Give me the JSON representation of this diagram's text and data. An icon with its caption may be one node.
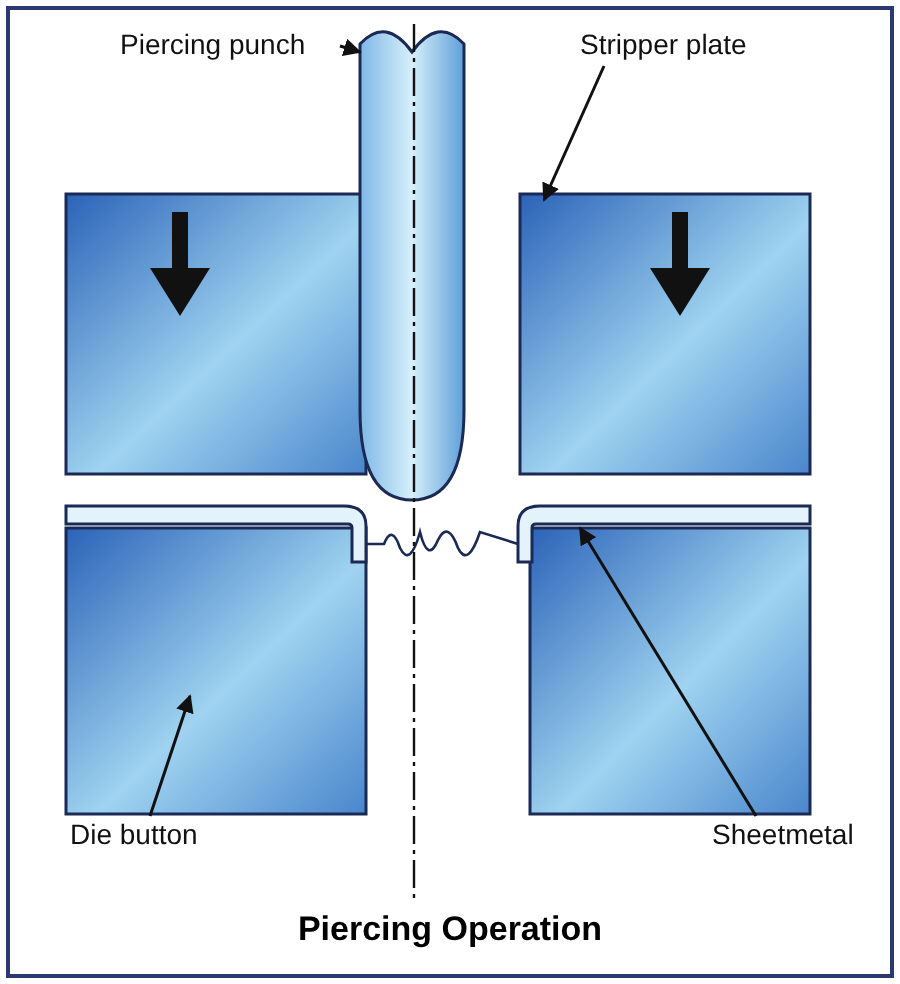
{
  "diagram": {
    "title": "Piercing Operation",
    "nodes": [
      {
        "text": [
          "Piercing punch"
        ]
      },
      {
        "text": [],
        "shape": "picture"
      },
      {
        "text": [
          "Stripper plate"
        ]
      },
      {
        "text": [],
        "shape": "box"
      },
      {
        "text": [
          "Die button"
        ]
      },
      {
        "text": [],
        "shape": "box"
      },
      {
        "text": [
          "Sheetmetal"
        ]
      },
      {
        "text": [],
        "shape": "bar"
      }
    ],
    "edges": [
      {
        "from": 0,
        "to": 1,
        "arrow": "to"
      },
      {
        "from": 2,
        "to": 3,
        "arrow": "to"
      },
      {
        "from": 4,
        "to": 5,
        "arrow": "to"
      },
      {
        "from": 6,
        "to": 7,
        "arrow": "to"
      }
    ]
  }
}
